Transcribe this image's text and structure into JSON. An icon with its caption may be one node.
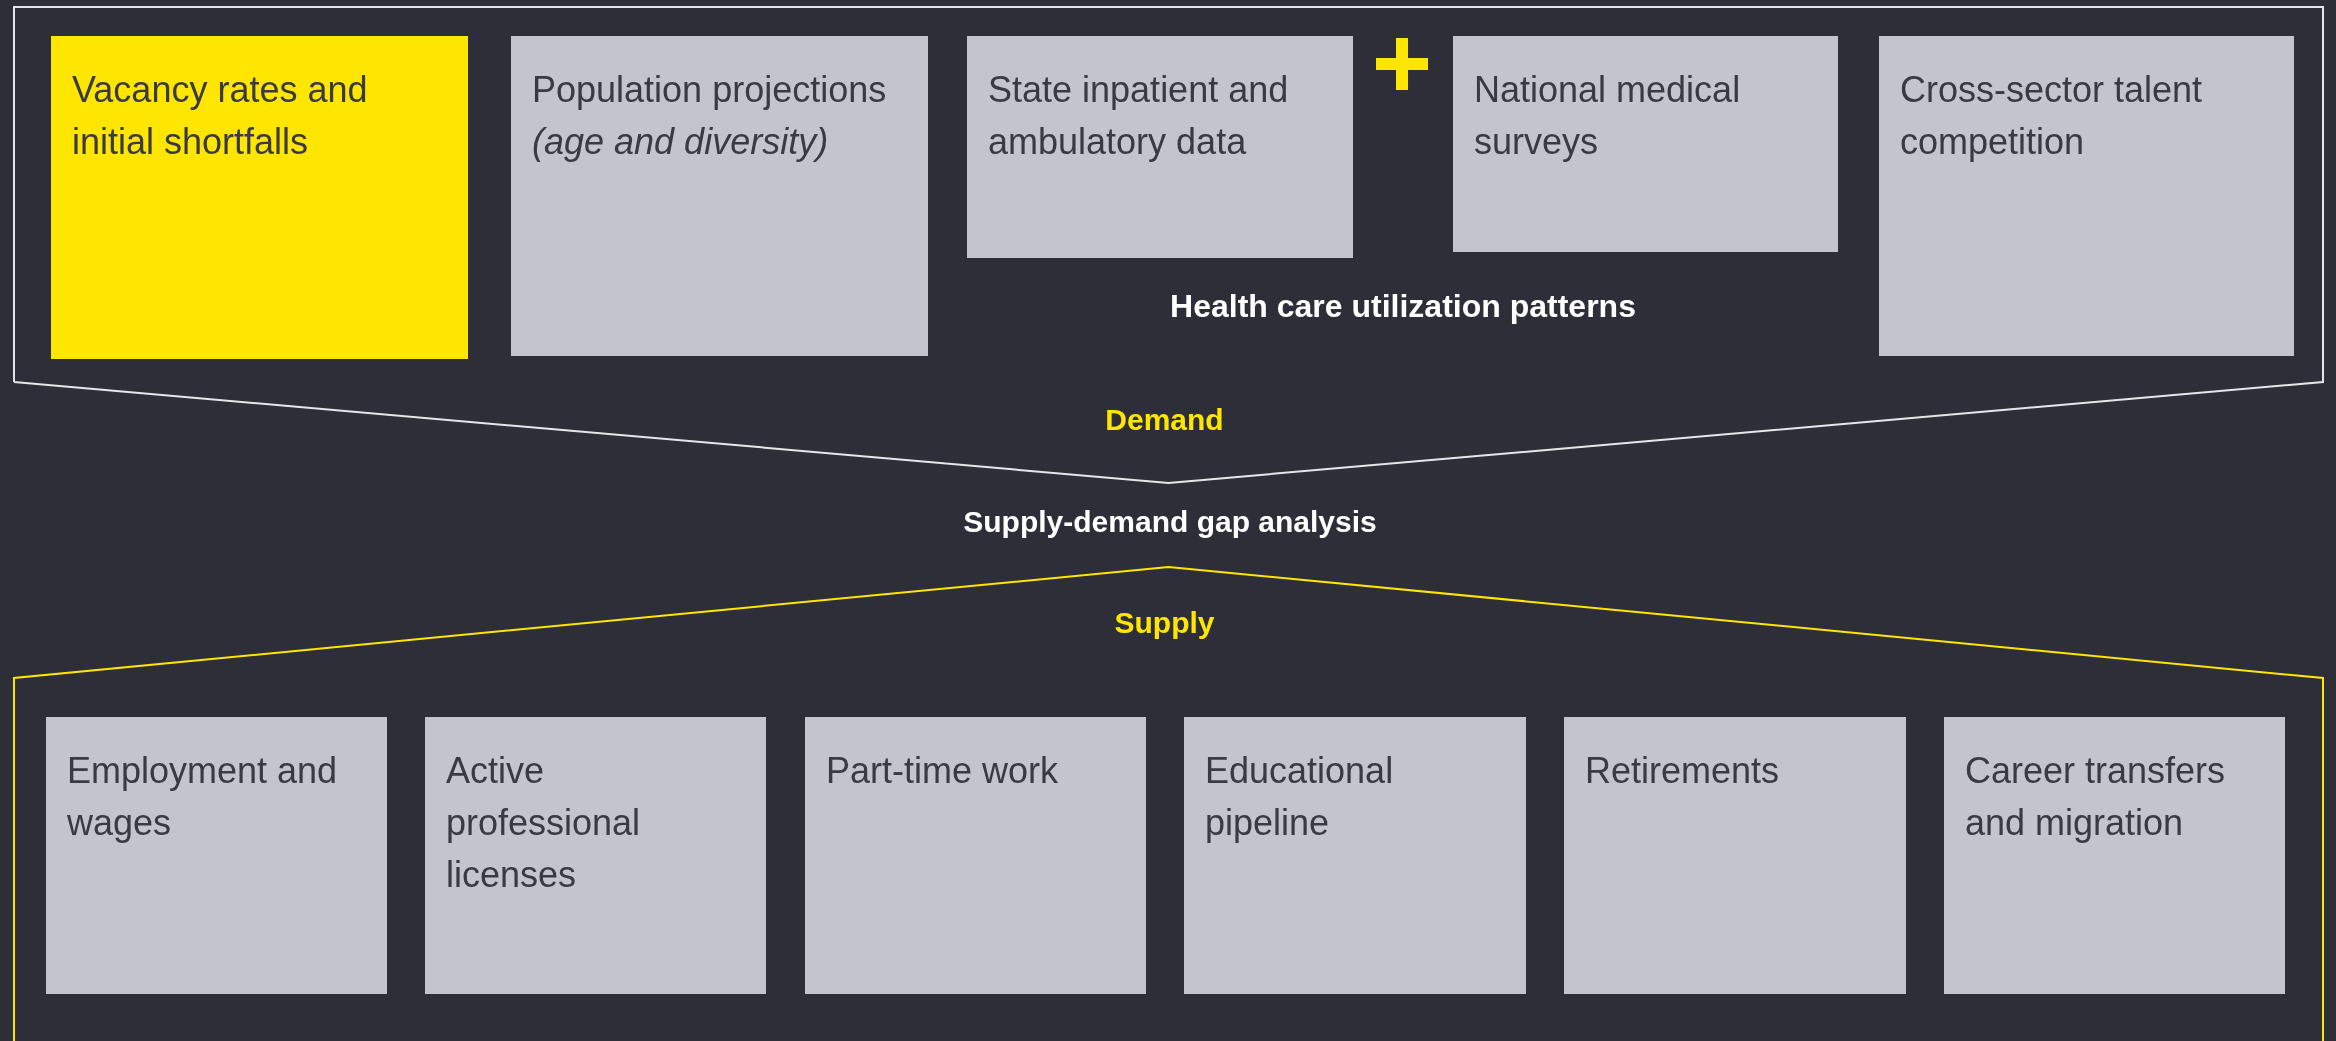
{
  "diagram": {
    "nodes": [
      {
        "text": [
          "Demand"
        ]
      },
      {
        "text": [
          "Vacancy rates and initial shortfalls"
        ],
        "in": 0
      },
      {
        "text": [
          "Population projections",
          "*(age and diversity)*"
        ],
        "in": 0
      },
      {
        "text": [
          "State inpatient and ambulatory data"
        ],
        "in": 0
      },
      {
        "text": [
          "National medical surveys"
        ],
        "in": 0
      },
      {
        "text": [
          "Cross-sector talent competition"
        ],
        "in": 0
      },
      {
        "text": [
          "Supply"
        ]
      },
      {
        "text": [
          "Employment and wages"
        ],
        "in": 6
      },
      {
        "text": [
          "Active professional licenses"
        ],
        "in": 6
      },
      {
        "text": [
          "Part-time work"
        ],
        "in": 6
      },
      {
        "text": [
          "Educational pipeline"
        ],
        "in": 6
      },
      {
        "text": [
          "Retirements"
        ],
        "in": 6
      },
      {
        "text": [
          "Career transfers and migration"
        ],
        "in": 6
      }
    ],
    "edges": [],
    "labels": [
      "Health care utilization patterns",
      "Supply-demand gap analysis"
    ]
  }
}
